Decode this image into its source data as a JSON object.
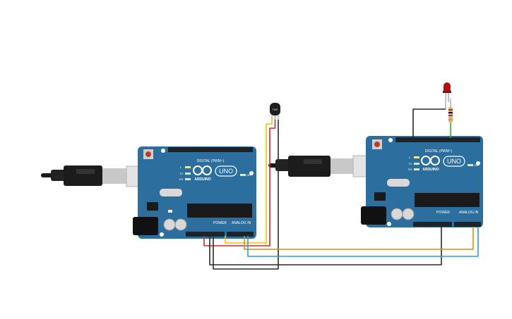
{
  "boards": [
    {
      "logo_text": "ARDUINO",
      "model_text": "UNO",
      "digital_header_label": "DIGITAL (PWM~)",
      "power_label": "POWER",
      "analog_label": "ANALOG IN",
      "led_labels": [
        "L",
        "TX",
        "RX"
      ],
      "on_label": "ON"
    },
    {
      "logo_text": "ARDUINO",
      "model_text": "UNO",
      "digital_header_label": "DIGITAL (PWM~)",
      "power_label": "POWER",
      "analog_label": "ANALOG IN",
      "led_labels": [
        "L",
        "TX",
        "RX"
      ],
      "on_label": "ON"
    }
  ],
  "sensor": {
    "label": "TMP"
  },
  "colors": {
    "board": "#2c6f9e",
    "wire_black": "#2a2a2a",
    "wire_red": "#e02020",
    "wire_yellow": "#f2c200",
    "wire_orange": "#d4900a",
    "wire_blue": "#2a9fd6",
    "wire_green": "#3aa832",
    "led": "#b01010",
    "resistor": "#d8b48a"
  }
}
